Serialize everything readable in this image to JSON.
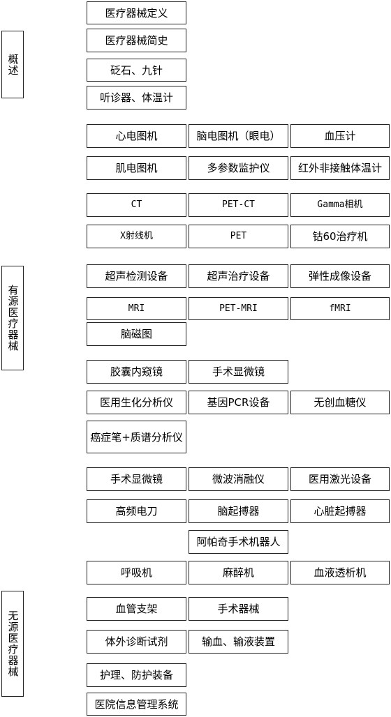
{
  "categories": {
    "overview": "概述",
    "active": "有源医疗器械",
    "passive": "无源医疗器械"
  },
  "items": {
    "definition": "医疗器械定义",
    "history": "医疗器械简史",
    "stone_needle": "砭石、九针",
    "stethoscope": "听诊器、体温计",
    "ecg": "心电图机",
    "eeg": "脑电图机（眼电）",
    "blood_pressure": "血压计",
    "emg": "肌电图机",
    "multi_monitor": "多参数监护仪",
    "ir_thermometer": "红外非接触体温计",
    "ct": "CT",
    "pet_ct": "PET-CT",
    "gamma": "Gamma相机",
    "xray": "X射线机",
    "pet": "PET",
    "cobalt": "钴60治疗机",
    "ultrasound_detect": "超声检测设备",
    "ultrasound_treat": "超声治疗设备",
    "elastography": "弹性成像设备",
    "mri": "MRI",
    "pet_mri": "PET-MRI",
    "fmri": "fMRI",
    "meg": "脑磁图",
    "capsule": "胶囊内窥镜",
    "surgical_microscope_1": "手术显微镜",
    "biochem": "医用生化分析仪",
    "pcr": "基因PCR设备",
    "glucose": "无创血糖仪",
    "cancer_pen": "癌症笔+质谱分析仪",
    "surgical_microscope_2": "手术显微镜",
    "microwave": "微波消融仪",
    "laser": "医用激光设备",
    "knife": "高频电刀",
    "brain_pacer": "脑起搏器",
    "heart_pacer": "心脏起搏器",
    "apache_robot": "阿帕奇手术机器人",
    "ventilator": "呼吸机",
    "anesthesia": "麻醉机",
    "dialysis": "血液透析机",
    "stent": "血管支架",
    "surgical_instruments": "手术器械",
    "ivd": "体外诊断试剂",
    "transfusion": "输血、输液装置",
    "protective": "护理、防护装备",
    "his": "医院信息管理系统"
  }
}
